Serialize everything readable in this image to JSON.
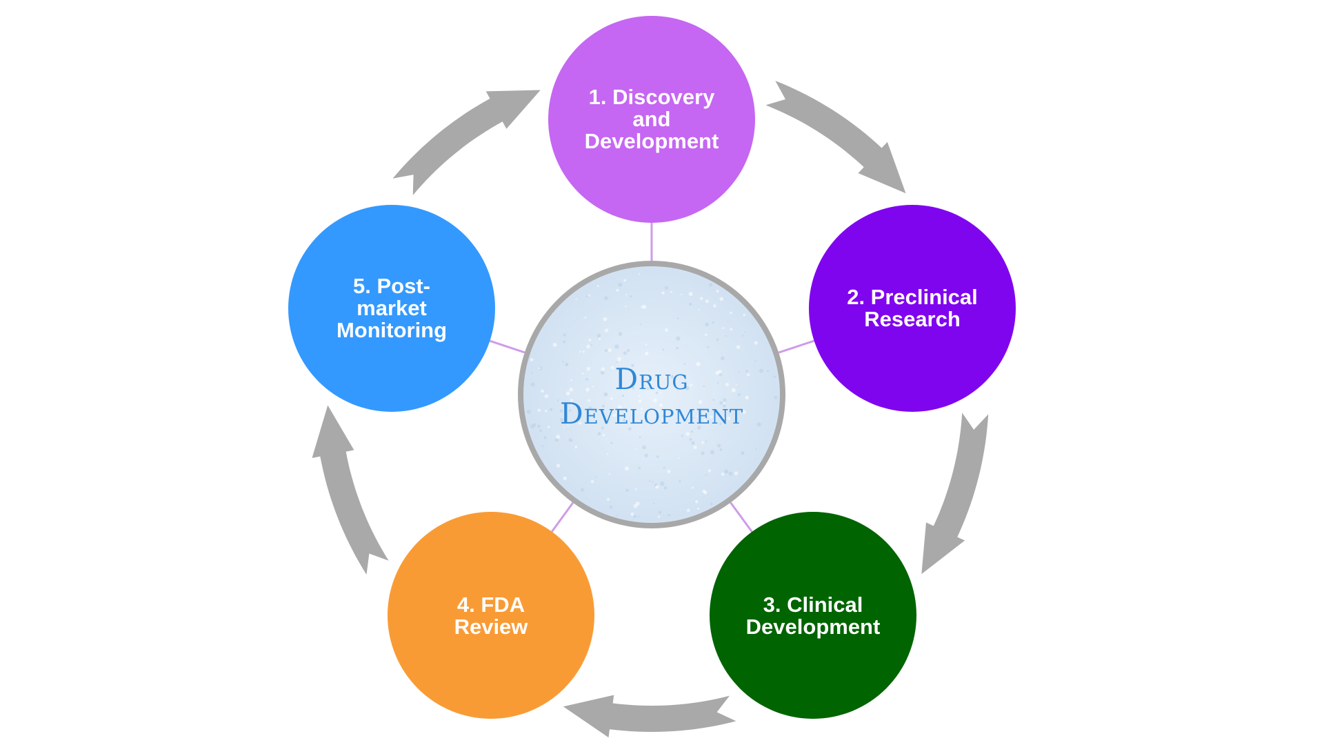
{
  "center": {
    "title_line1": "Drug",
    "title_line2": "Development",
    "fill": "#dce9f6",
    "border": "#a8a8a8"
  },
  "stages": [
    {
      "label": "1. Discovery\nand\nDevelopment",
      "color": "#c567f2"
    },
    {
      "label": "2. Preclinical\nResearch",
      "color": "#8005ef"
    },
    {
      "label": "3. Clinical\nDevelopment",
      "color": "#006400"
    },
    {
      "label": "4. FDA\nReview",
      "color": "#f99b35"
    },
    {
      "label": "5. Post-\nmarket\nMonitoring",
      "color": "#3399ff"
    }
  ],
  "colors": {
    "connector": "#cf9be8",
    "arrow": "#a9a9a9"
  }
}
